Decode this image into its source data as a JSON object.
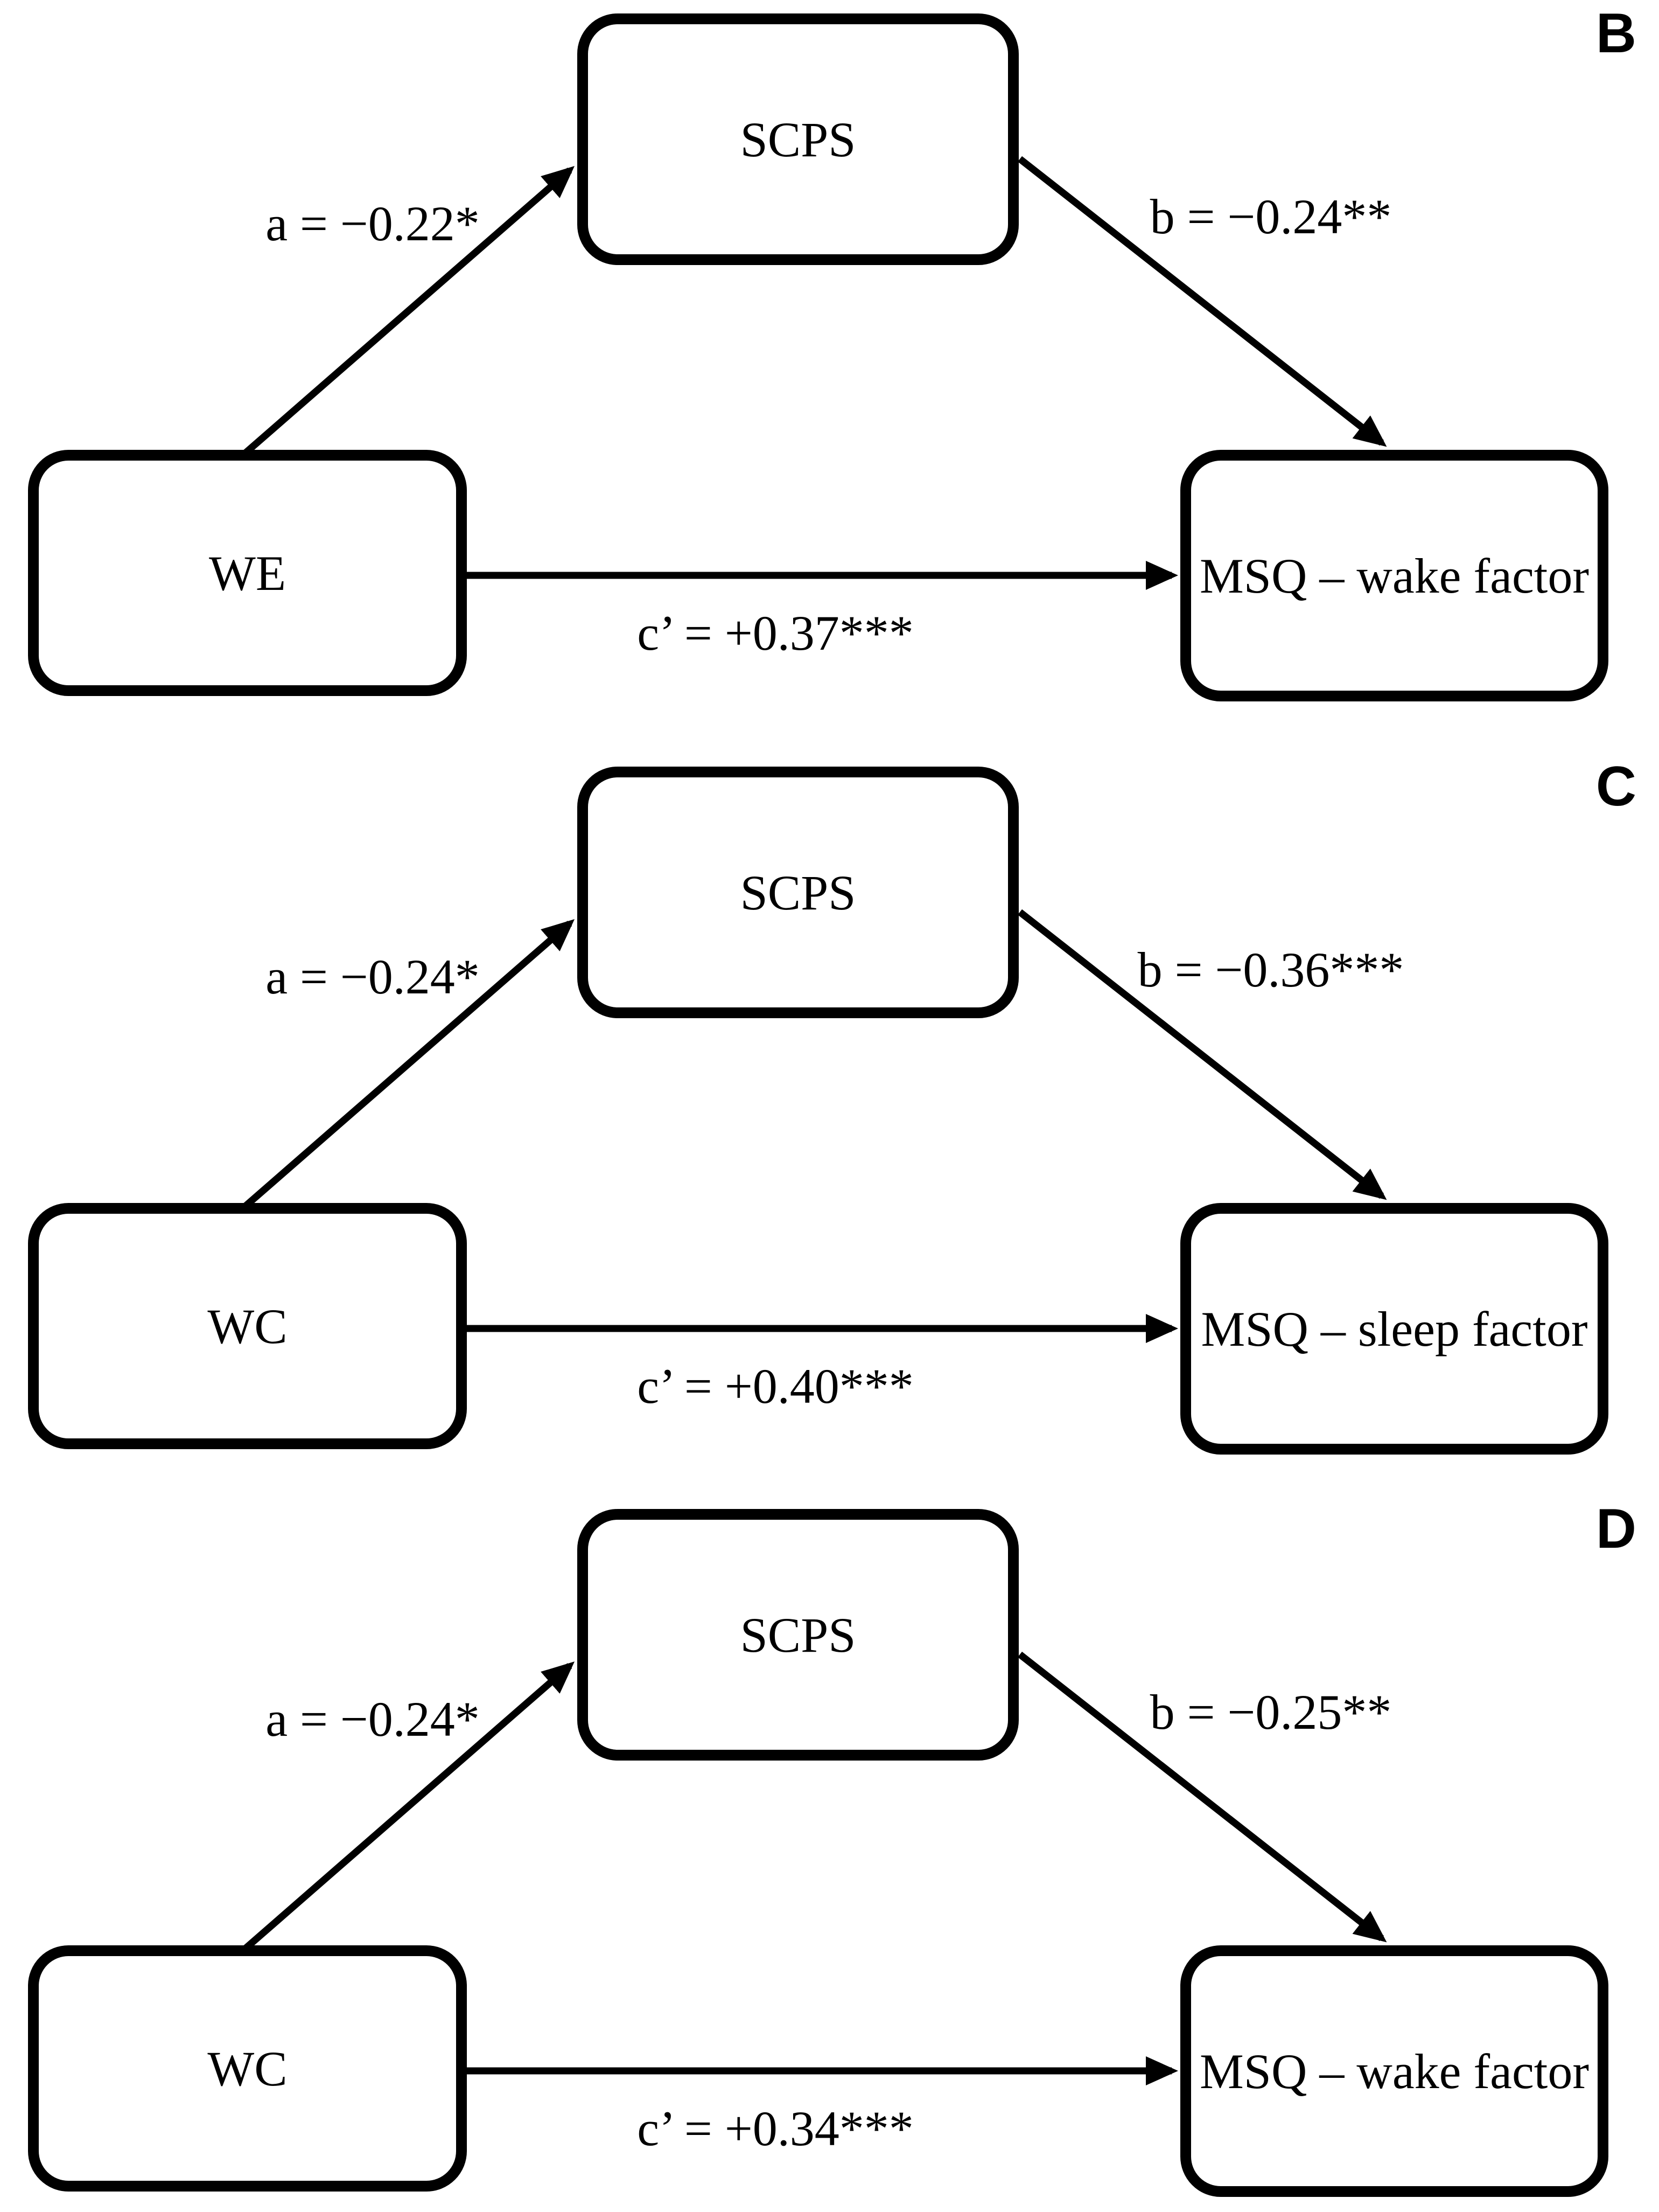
{
  "colors": {
    "ink": "#000000",
    "background": "#ffffff"
  },
  "panels": [
    {
      "letter": "B",
      "predictor": "WE",
      "mediator": "SCPS",
      "outcome": "MSQ – wake factor",
      "path_a_label": "a = −0.22*",
      "path_b_label": "b = −0.24**",
      "path_c_label": "c’ = +0.37***"
    },
    {
      "letter": "C",
      "predictor": "WC",
      "mediator": "SCPS",
      "outcome": "MSQ – sleep factor",
      "path_a_label": "a = −0.24*",
      "path_b_label": "b = −0.36***",
      "path_c_label": "c’ = +0.40***"
    },
    {
      "letter": "D",
      "predictor": "WC",
      "mediator": "SCPS",
      "outcome": "MSQ – wake factor",
      "path_a_label": "a = −0.24*",
      "path_b_label": "b = −0.25**",
      "path_c_label": "c’ = +0.34***"
    }
  ]
}
